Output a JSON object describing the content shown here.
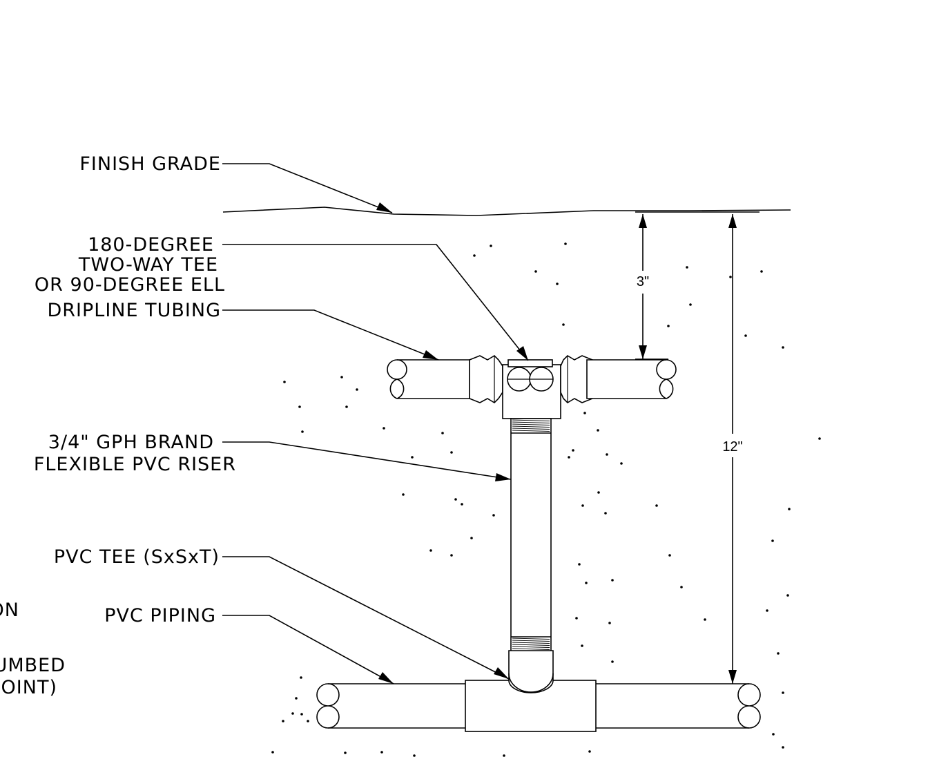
{
  "labels": {
    "finish_grade": "FINISH GRADE",
    "tee_line1": "180-DEGREE",
    "tee_line2": "TWO-WAY TEE",
    "tee_line3": "OR 90-DEGREE ELL",
    "dripline": "DRIPLINE TUBING",
    "riser_line1": "3/4\" GPH BRAND",
    "riser_line2": "FLEXIBLE PVC RISER",
    "pvc_tee": "PVC TEE (SxSxT)",
    "pvc_piping": "PVC PIPING",
    "cut_on": "ON",
    "cut_umbed": "UMBED",
    "cut_point": "POINT)"
  },
  "dimensions": {
    "depth_to_tee": "3\"",
    "depth_to_pipe": "12\""
  }
}
